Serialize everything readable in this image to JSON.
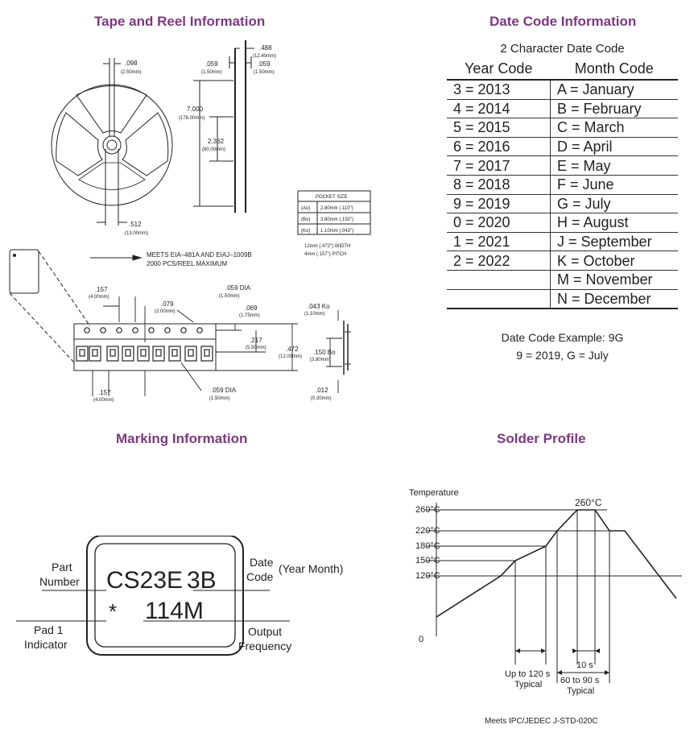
{
  "tape_reel": {
    "title": "Tape and Reel Information",
    "dim_098": ".098",
    "dim_098_mm": "(2.50mm)",
    "dim_488": ".488",
    "dim_488_mm": "(12.40mm)",
    "dim_059a": ".059",
    "dim_059a_mm": "(1.50mm)",
    "dim_059b": ".059",
    "dim_059b_mm": "(1.50mm)",
    "dim_7000": "7.000",
    "dim_7000_mm": "(178.00mm)",
    "dim_2362": "2.362",
    "dim_2362_mm": "(60.00mm)",
    "dim_512": ".512",
    "dim_512_mm": "(13.00mm)",
    "pocket_title": "POCKET SIZE",
    "pocket_rows": [
      {
        "key": "(Ao)",
        "val": "2.80mm  (.110\")"
      },
      {
        "key": "(Bo)",
        "val": "3.80mm  (.150\")"
      },
      {
        "key": "(Ko)",
        "val": "1.10mm  (.043\")"
      }
    ],
    "width_note_1": "12mm (.472\") WIDTH",
    "width_note_2": "4mm (.157\") PITCH",
    "meets_1": "MEETS  EIA–481A  AND  EIAJ–1009B",
    "meets_2": "2000 PCS/REEL MAXIMUM",
    "dim_157a": ".157",
    "dim_157a_mm": "(4.00mm)",
    "dim_079": ".079",
    "dim_079_mm": "(2.00mm)",
    "dim_059dia_top": ".059 DIA",
    "dim_059dia_top_mm": "(1.50mm)",
    "dim_069": ".069",
    "dim_069_mm": "(1.75mm)",
    "dim_217": ".217",
    "dim_217_mm": "(5.50mm)",
    "dim_472": ".472",
    "dim_472_mm": "(12.00mm)",
    "dim_043": ".043  Ko",
    "dim_043_mm": "(1.10mm)",
    "dim_150": ".150  Bo",
    "dim_150_mm": "(3.80mm)",
    "dim_157b": ".157",
    "dim_157b_mm": "(4.00mm)",
    "dim_059dia_bot": ".059 DIA",
    "dim_059dia_bot_mm": "(1.50mm)",
    "dim_012": ".012",
    "dim_012_mm": "(0.30mm)"
  },
  "date_code": {
    "title": "Date Code Information",
    "subtitle": "2 Character Date Code",
    "headers": [
      "Year Code",
      "Month Code"
    ],
    "rows": [
      [
        "3 = 2013",
        "A = January"
      ],
      [
        "4 = 2014",
        "B = February"
      ],
      [
        "5 = 2015",
        "C = March"
      ],
      [
        "6 = 2016",
        "D = April"
      ],
      [
        "7 = 2017",
        "E = May"
      ],
      [
        "8 = 2018",
        "F = June"
      ],
      [
        "9 = 2019",
        "G = July"
      ],
      [
        "0 = 2020",
        "H = August"
      ],
      [
        "1 = 2021",
        "J = September"
      ],
      [
        "2 = 2022",
        "K = October"
      ],
      [
        "",
        "M = November"
      ],
      [
        "",
        "N = December"
      ]
    ],
    "example_line_1": "Date Code Example: 9G",
    "example_line_2": "9 = 2019, G = July"
  },
  "marking": {
    "title": "Marking Information",
    "line1_part": "CS23E",
    "line1_code": "3B",
    "line2_star": "*",
    "line2_freq": "114M",
    "label_part_1": "Part",
    "label_part_2": "Number",
    "label_date_1": "Date",
    "label_date_2": "Code",
    "label_date_3": "(Year Month)",
    "label_pad_1": "Pad 1",
    "label_pad_2": "Indicator",
    "label_out_1": "Output",
    "label_out_2": "Frequency"
  },
  "solder": {
    "title": "Solder Profile",
    "ylabel": "Temperature",
    "peak_label": "260°C",
    "ticks": [
      "260°C",
      "220°C",
      "180°C",
      "150°C",
      "120°C",
      "0"
    ],
    "span_1_line1": "Up to 120 s",
    "span_1_line2": "Typical",
    "span_2_line1": "10 s",
    "span_3_line1": "60 to 90 s",
    "span_3_line2": "Typical",
    "footer": "Meets IPC/JEDEC J-STD-020C",
    "profile": {
      "t_start": 0,
      "t_120": 0,
      "t_150": 0,
      "t_180": 0,
      "t_peak": 260
    }
  }
}
